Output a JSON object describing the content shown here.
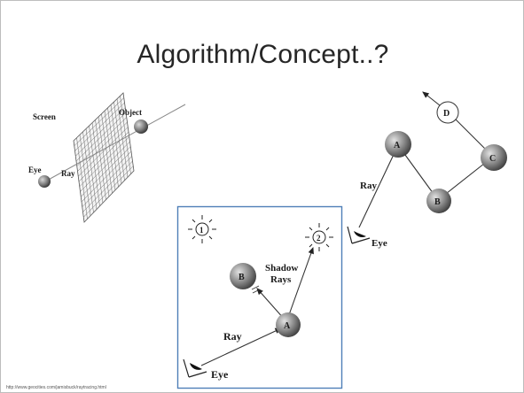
{
  "slide": {
    "title": "Algorithm/Concept..?",
    "source": "http://www.geocities.com/jamisbuck/raytracing.html"
  },
  "figure1": {
    "screen_label": "Screen",
    "object_label": "Object",
    "eye_label": "Eye",
    "ray_label": "Ray"
  },
  "figure2": {
    "nodes": {
      "a": "A",
      "b": "B",
      "c": "C",
      "d": "D"
    },
    "ray_label": "Ray",
    "eye_label": "Eye"
  },
  "figure3": {
    "light1": "1",
    "light2": "2",
    "node_a": "A",
    "node_b": "B",
    "shadow_label_1": "Shadow",
    "shadow_label_2": "Rays",
    "ray_label": "Ray",
    "eye_label": "Eye",
    "frame_color": "#4f7fb8"
  }
}
